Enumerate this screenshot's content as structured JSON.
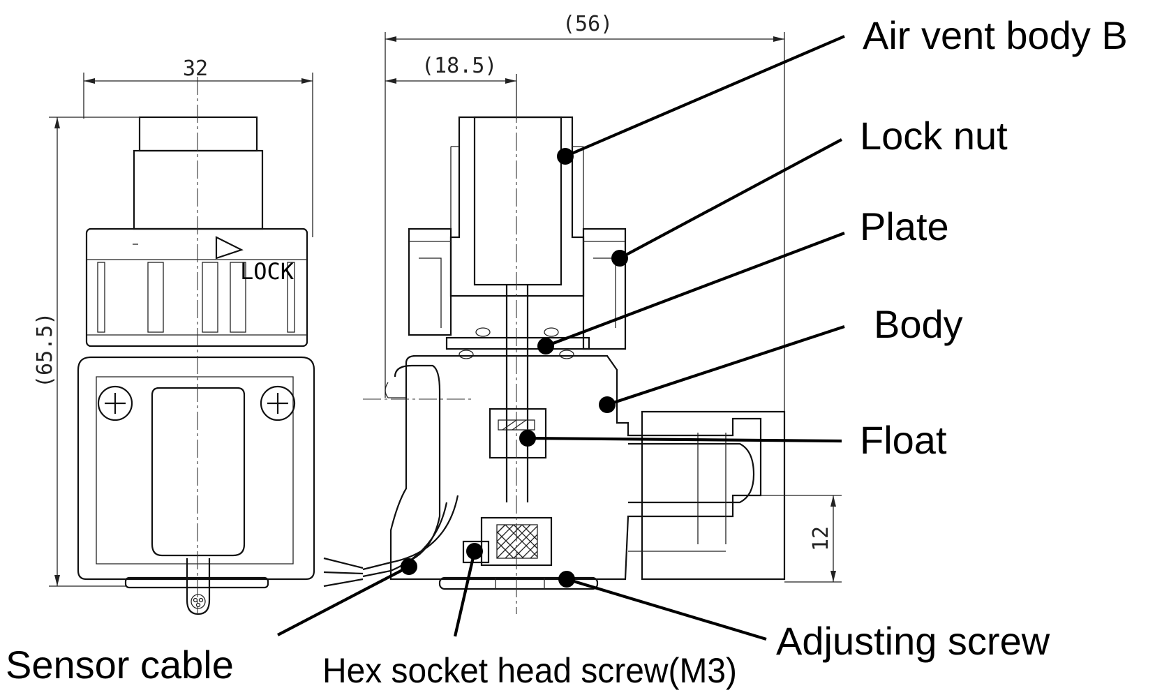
{
  "dimensions": {
    "width_32": "32",
    "width_56": "(56)",
    "width_18_5": "(18.5)",
    "height_65_5": "(65.5)",
    "height_12": "12"
  },
  "markings": {
    "lock": "LOCK"
  },
  "labels": {
    "air_vent_body_b": "Air vent body B",
    "lock_nut": "Lock nut",
    "plate": "Plate",
    "body": "Body",
    "float": "Float",
    "sensor_cable": "Sensor cable",
    "hex_socket_head_screw": "Hex socket head screw(M3)",
    "adjusting_screw": "Adjusting screw"
  }
}
